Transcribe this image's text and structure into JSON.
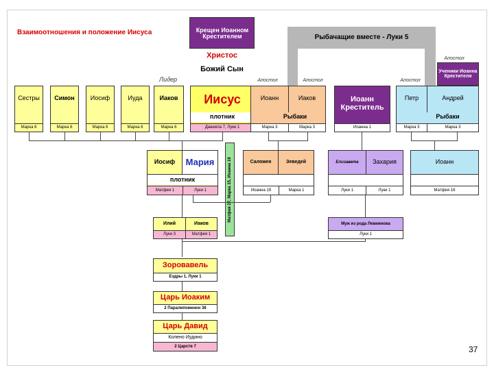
{
  "title": "Взаимоотношения и положение Иисуса",
  "page_number": "37",
  "banners": {
    "baptized": "Крещен Иоанном Крестителем",
    "christ": "Христос",
    "son_of_god": "Божий Сын",
    "fishing_together": "Рыбачащие вместе - Луки 5",
    "disciples_of_john": "Ученики Иоанна Крестителя"
  },
  "roles": {
    "leader": "Лидер",
    "apostle": "Апостол",
    "carpenter": "плотник",
    "fishermen": "Рыбаки"
  },
  "top_row": [
    {
      "name": "Сестры",
      "ref": "Марка 6"
    },
    {
      "name": "Симон",
      "ref": "Марка 6"
    },
    {
      "name": "Иосиф",
      "ref": "Марка 6"
    },
    {
      "name": "Иуда",
      "ref": "Марка 6"
    },
    {
      "name": "Иаков",
      "ref": "Марка 6"
    },
    {
      "name": "Иисус",
      "ref": "Даниила 7, Луки 1"
    },
    {
      "name": "Иоанн",
      "ref": "Марка 3"
    },
    {
      "name": "Иаков",
      "ref": "Марка 3"
    },
    {
      "name": "Иоанн Креститель",
      "ref": "Иоанна 1"
    },
    {
      "name": "Петр",
      "ref": "Марка 3"
    },
    {
      "name": "Андрей",
      "ref": "Марка 3"
    }
  ],
  "middle_row": {
    "joseph": "Иосиф",
    "mary": "Мария",
    "joseph_ref": "Матфея 1",
    "mary_ref": "Луки 1",
    "salome": "Саломея",
    "zebedee": "Зеведей",
    "salome_ref": "Иоанна 19",
    "zebedee_ref": "Марка 1",
    "elizabeth": "Елизавета",
    "zechariah": "Захария",
    "elizabeth_ref": "Луки 1",
    "zechariah_ref": "Луки 1",
    "john": "Иоанн",
    "john_ref": "Матфея 16"
  },
  "vertical_ref": "Матфея 27, Марка 15, Иоанна 19",
  "lower_row": {
    "heli": "Илий",
    "jacob": "Иаков",
    "heli_ref": "Луки 3",
    "jacob_ref": "Матфея 1",
    "levite": "Муж из рода Левиинова",
    "levite_ref": "Луки 1"
  },
  "ancestors": [
    {
      "name": "Зоровавель",
      "ref": "Ездры 1, Луки 1"
    },
    {
      "name": "Царь Иоаким",
      "ref": "2 Паралипоменон 36"
    },
    {
      "name": "Царь Давид",
      "sub": "Колено Иудино",
      "ref": "2 Царств 7"
    }
  ],
  "colors": {
    "siblings": "#ffff99",
    "jesus": "#ffff66",
    "fishermen": "#f9c89b",
    "john_baptist": "#7b2d8e",
    "disciples": "#b9e6f5",
    "elizabeth": "#c9a9f0",
    "refs_pink": "#f7b7d3",
    "green": "#9be39b",
    "gray": "#b7b7b7",
    "red_title": "#d40000"
  }
}
